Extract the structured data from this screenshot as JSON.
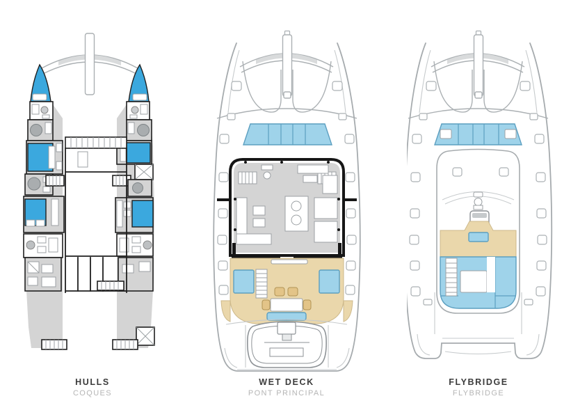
{
  "page": {
    "background": "#ffffff"
  },
  "plans": [
    {
      "id": "hulls",
      "label": "HULLS",
      "sublabel": "COQUES"
    },
    {
      "id": "wet-deck",
      "label": "WET DECK",
      "sublabel": "PONT PRINCIPAL"
    },
    {
      "id": "flybridge",
      "label": "FLYBRIDGE",
      "sublabel": "FLYBRIDGE"
    }
  ],
  "colors": {
    "bed_blue": "#3BA8DE",
    "light_blue": "#9FD3EA",
    "light_blue_border": "#5C9FC0",
    "tan": "#EAD7AB",
    "tan_dark": "#E3C488",
    "floor_gray": "#D4D4D4",
    "wall_black": "#1F1F1F",
    "outline_gray": "#A6ABAE",
    "label_dark": "#3C3C3C",
    "label_gray": "#B5B5B5"
  }
}
